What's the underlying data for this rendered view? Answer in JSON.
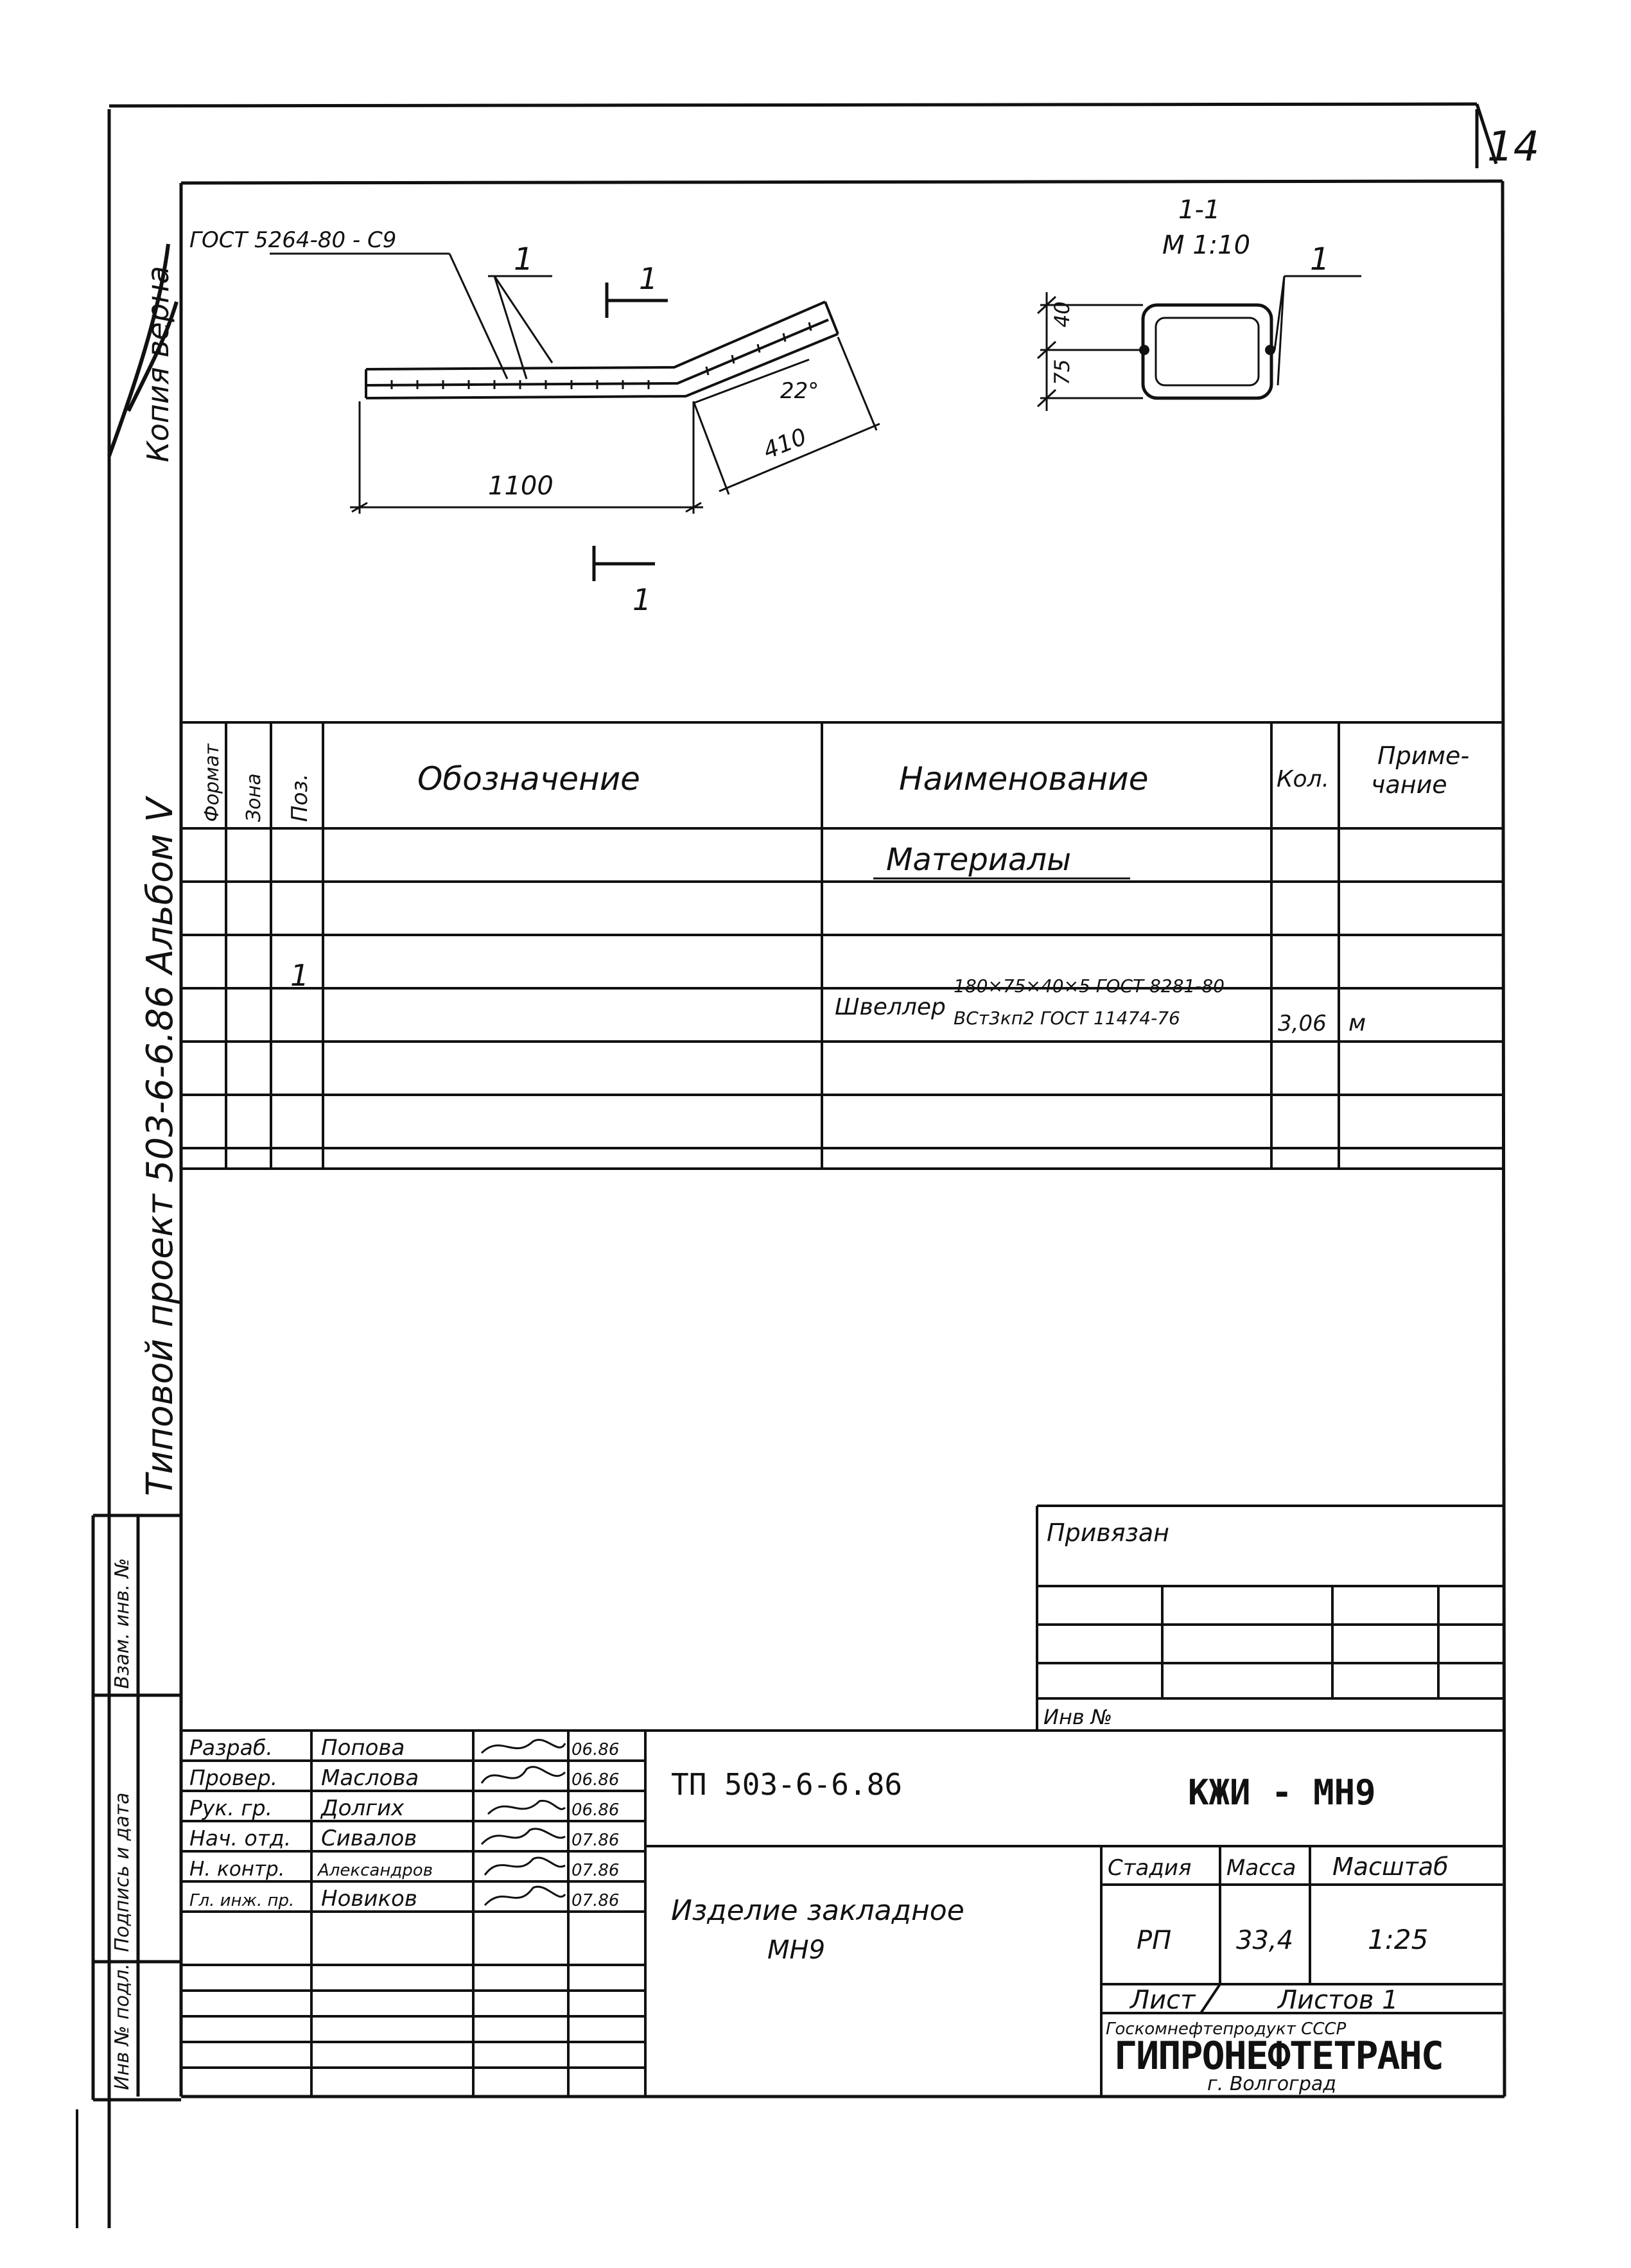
{
  "sheet_number": "14",
  "margin": {
    "copy_note": "Копия верна",
    "album_project": "Типовой проект 503-6-6.86 Альбом V",
    "side_labels": [
      "Взам. инв. №",
      "Подпись и дата",
      "Инв № подл."
    ]
  },
  "drawing": {
    "gost_ref": "ГОСТ 5264-80 - С9",
    "pos_label": "1",
    "cut_label": "1",
    "dim_1100": "1100",
    "dim_410": "410",
    "angle": "22°",
    "section_title": "1-1",
    "section_scale": "М 1:10",
    "dim_40": "40",
    "dim_75": "75"
  },
  "spec": {
    "headers": {
      "format": "Формат",
      "zone": "Зона",
      "pos": "Поз.",
      "designation": "Обозначение",
      "name": "Наименование",
      "qty": "Кол.",
      "note_line1": "Приме-",
      "note_line2": "чание"
    },
    "section_title": "Материалы",
    "row": {
      "pos": "1",
      "name_word": "Швеллер",
      "name_line1": "180×75×40×5 ГОСТ 8281-80",
      "name_line2": "ВСт3кп2 ГОСТ 11474-76",
      "qty": "3,06",
      "note": "м"
    }
  },
  "privyazan": {
    "title": "Привязан",
    "inv": "Инв №"
  },
  "title_block": {
    "roles": [
      "Разраб.",
      "Провер.",
      "Рук. гр.",
      "Нач. отд.",
      "Н. контр.",
      "Гл. инж. пр."
    ],
    "names": [
      "Попова",
      "Маслова",
      "Долгих",
      "Сивалов",
      "Александров",
      "Новиков"
    ],
    "dates": [
      "06.86",
      "06.86",
      "06.86",
      "07.86",
      "07.86",
      "07.86"
    ],
    "project_code": "ТП 503-6-6.86",
    "drawing_code": "КЖИ - МН9",
    "item_title_line1": "Изделие закладное",
    "item_title_line2": "МН9",
    "stage_label": "Стадия",
    "mass_label": "Масса",
    "scale_label": "Масштаб",
    "stage": "РП",
    "mass": "33,4",
    "scale": "1:25",
    "sheet_label": "Лист",
    "sheets_label": "Листов 1",
    "org_line1": "Госкомнефтепродукт СССР",
    "org_name": "ГИПРОНЕФТЕТРАНС",
    "org_city": "г. Волгоград"
  }
}
